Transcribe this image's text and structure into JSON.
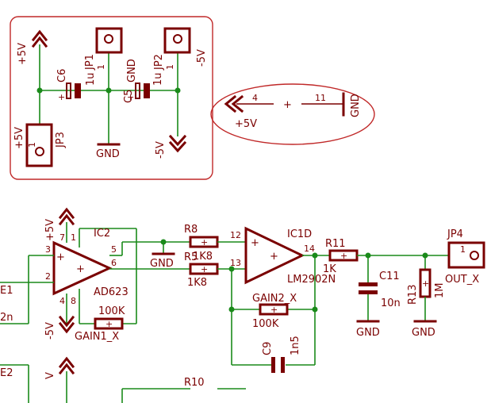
{
  "power_block": {
    "plus5v_left": "+5V",
    "plus5v_jp3": "+5V",
    "c6": "C6",
    "c6_value": "1u",
    "jp1": "JP1",
    "c5": "C5",
    "c5_gnd": "GND",
    "c5_value": "1u",
    "jp2": "JP2",
    "minus5v_right": "-5V",
    "jp3": "JP3",
    "gnd_bottom": "GND",
    "minus5v_bottom": "-5V",
    "pin_1a": "1",
    "pin_1b": "1",
    "pin_1c": "1"
  },
  "supply_ellipse": {
    "pin4": "4",
    "plus": "+",
    "pin11": "11",
    "gnd": "GND",
    "plus5v": "+5V"
  },
  "amp_section": {
    "ic2": "IC2",
    "ic2_part": "AD623",
    "supply_pos": "+5V",
    "supply_neg": "-5V",
    "pin7": "7",
    "pin1": "1",
    "pin3": "3",
    "pin2": "2",
    "pin4": "4",
    "pin8": "8",
    "pin5": "5",
    "pin6": "6",
    "plus_sign": "+",
    "gnd5": "GND",
    "gain1_val": "100K",
    "gain1_name": "GAIN1_X",
    "left_net1": "E1",
    "left_net2": "2n",
    "left_net3": "E2",
    "left_net4": "V",
    "r8": "R8",
    "r8_val": "1K8",
    "r5": "R5",
    "r5_val": "1K8",
    "ic1d": "IC1D",
    "ic1d_part": "LM2902N",
    "pin12": "12",
    "pin13": "13",
    "pin14": "14",
    "gain2_name": "GAIN2_X",
    "gain2_val": "100K",
    "c9": "C9",
    "c9_val": "1n5",
    "r11": "R11",
    "r11_val": "1K",
    "c11": "C11",
    "c11_val": "10n",
    "r13": "R13",
    "r13_val": "1M",
    "gnd_c11": "GND",
    "gnd_r13": "GND",
    "jp4": "JP4",
    "jp4_pin": "1",
    "out": "OUT_X",
    "r10_partial": "R10"
  }
}
